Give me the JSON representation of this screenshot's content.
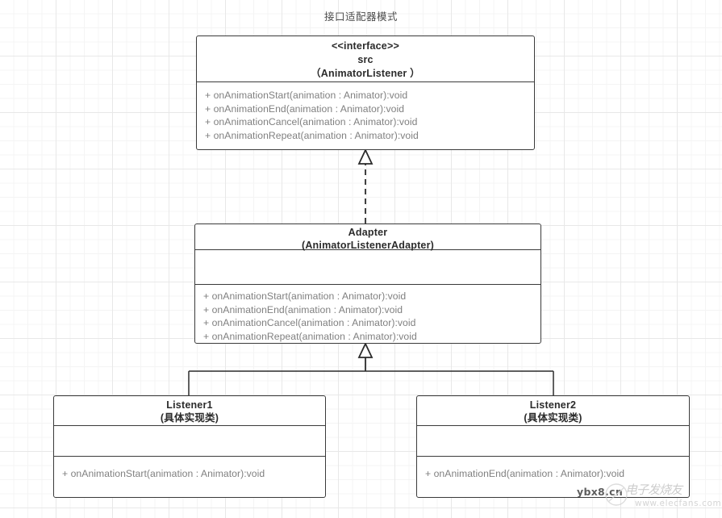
{
  "diagram": {
    "title": "接口适配器模式",
    "background": "#ffffff",
    "grid_color": "#e8e8e8",
    "border_color": "#3a3a3a",
    "title_color": "#4d4d4d",
    "method_color": "#808080"
  },
  "classes": {
    "interface": {
      "stereotype": "<<interface>>",
      "name": "src",
      "qualified_name": "（AnimatorListener ）",
      "attributes": [],
      "methods": [
        "+ onAnimationStart(animation : Animator):void",
        "+ onAnimationEnd(animation : Animator):void",
        "+ onAnimationCancel(animation : Animator):void",
        "+ onAnimationRepeat(animation : Animator):void"
      ]
    },
    "adapter": {
      "name": "Adapter",
      "qualified_name": "(AnimatorListenerAdapter)",
      "attributes": [],
      "methods": [
        "+ onAnimationStart(animation : Animator):void",
        "+ onAnimationEnd(animation : Animator):void",
        "+ onAnimationCancel(animation : Animator):void",
        "+ onAnimationRepeat(animation : Animator):void"
      ]
    },
    "listener1": {
      "name": "Listener1",
      "qualified_name": "(具体实现类)",
      "attributes": [],
      "methods": [
        "+ onAnimationStart(animation : Animator):void"
      ]
    },
    "listener2": {
      "name": "Listener2",
      "qualified_name": "(具体实现类)",
      "attributes": [],
      "methods": [
        "+ onAnimationEnd(animation : Animator):void"
      ]
    }
  },
  "relations": [
    {
      "type": "realization",
      "style": "dashed",
      "arrow": "hollow-triangle",
      "from": "adapter",
      "to": "interface"
    },
    {
      "type": "generalization",
      "style": "solid",
      "arrow": "hollow-triangle",
      "from": "listener1",
      "to": "adapter"
    },
    {
      "type": "generalization",
      "style": "solid",
      "arrow": "hollow-triangle",
      "from": "listener2",
      "to": "adapter"
    }
  ],
  "watermark": {
    "site": "ybx8.cn",
    "logo_text": "电子发烧友",
    "url": "www.elecfans.com"
  }
}
